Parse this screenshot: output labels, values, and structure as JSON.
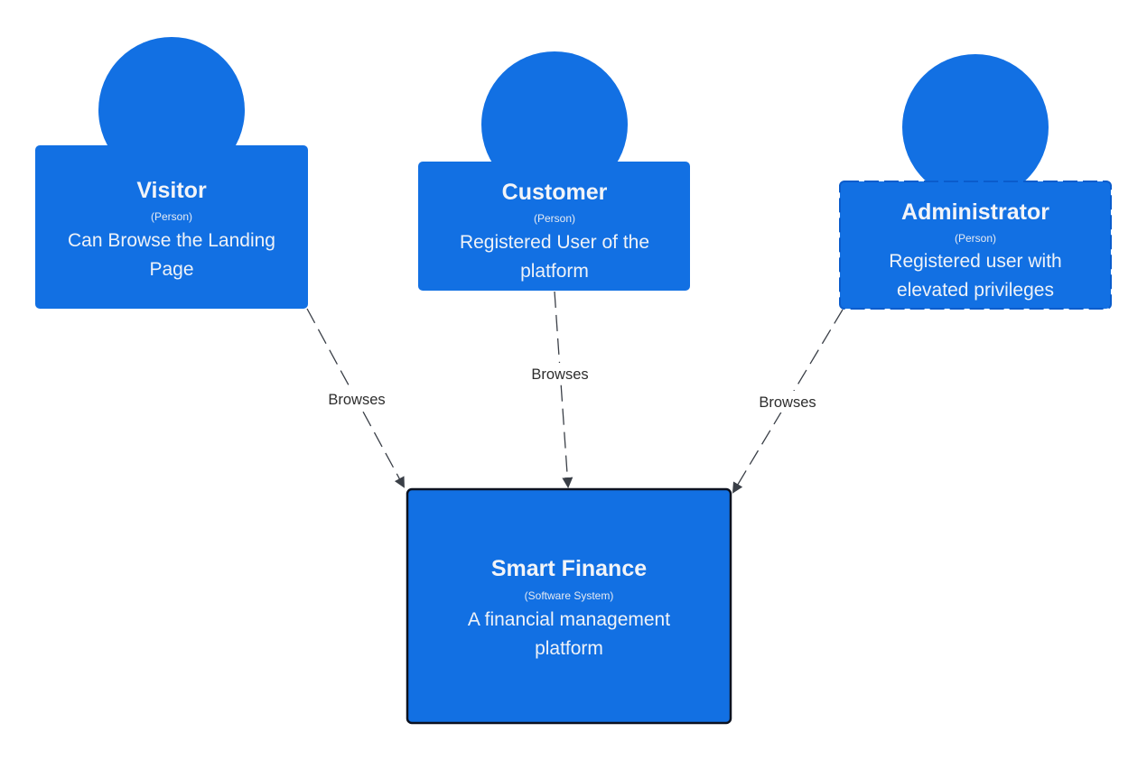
{
  "colors": {
    "node_fill": "#1270e3",
    "system_border": "#0c1220",
    "edge": "#3a3f47",
    "background": "#ffffff"
  },
  "nodes": {
    "visitor": {
      "title": "Visitor",
      "type": "(Person)",
      "desc_line1": "Can Browse the Landing",
      "desc_line2": "Page"
    },
    "customer": {
      "title": "Customer",
      "type": "(Person)",
      "desc_line1": "Registered User of the",
      "desc_line2": "platform"
    },
    "administrator": {
      "title": "Administrator",
      "type": "(Person)",
      "desc_line1": "Registered user with",
      "desc_line2": "elevated privileges"
    },
    "smart_finance": {
      "title": "Smart Finance",
      "type": "(Software System)",
      "desc_line1": "A financial management",
      "desc_line2": "platform"
    }
  },
  "edges": {
    "visitor_to_system": {
      "label": "Browses"
    },
    "customer_to_system": {
      "label": "Browses"
    },
    "administrator_to_system": {
      "label": "Browses"
    }
  }
}
